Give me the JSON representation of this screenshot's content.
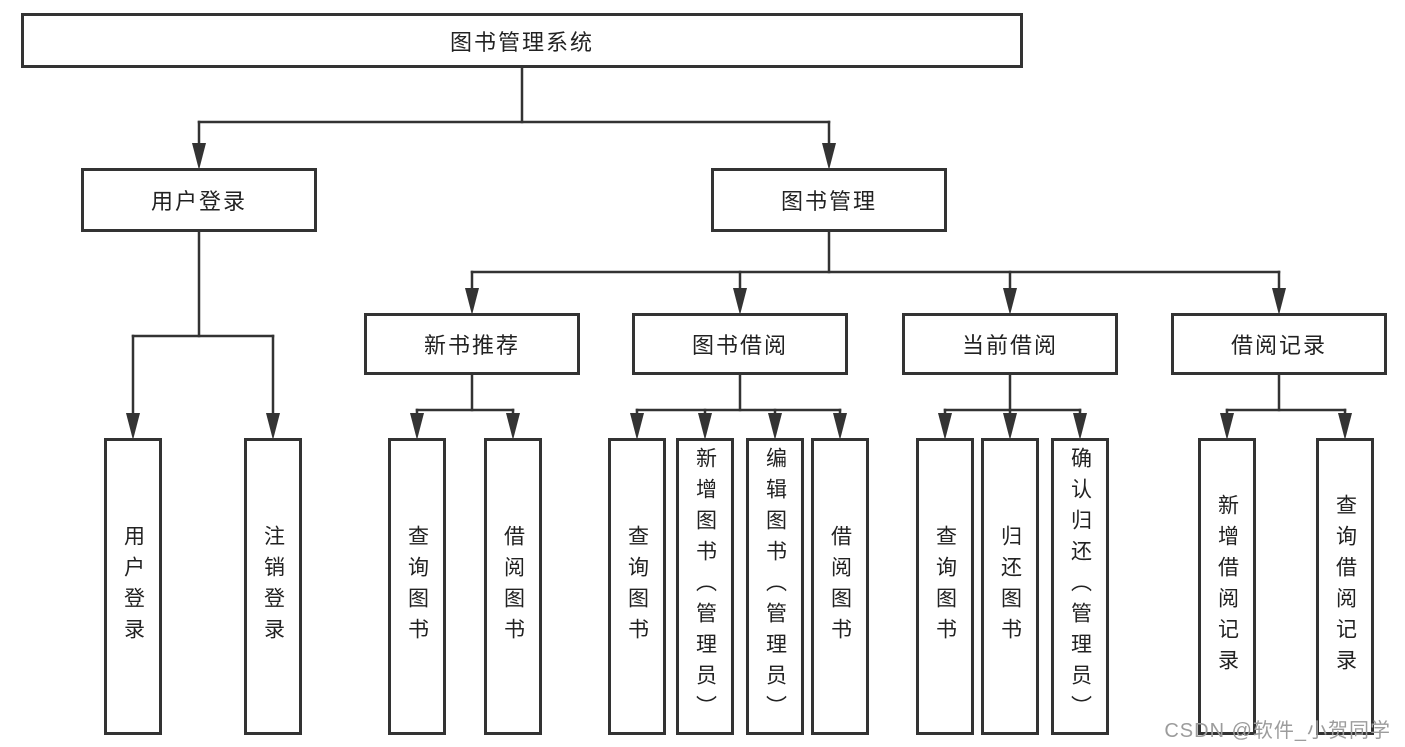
{
  "diagram": {
    "title": "图书管理系统",
    "nodes": [
      {
        "id": "root",
        "label": "图书管理系统",
        "level": 1,
        "parent": null
      },
      {
        "id": "user-login",
        "label": "用户登录",
        "level": 2,
        "parent": "root"
      },
      {
        "id": "book-mgmt",
        "label": "图书管理",
        "level": 2,
        "parent": "root"
      },
      {
        "id": "new-book-rec",
        "label": "新书推荐",
        "level": 3,
        "parent": "book-mgmt"
      },
      {
        "id": "book-borrow",
        "label": "图书借阅",
        "level": 3,
        "parent": "book-mgmt"
      },
      {
        "id": "current-borrow",
        "label": "当前借阅",
        "level": 3,
        "parent": "book-mgmt"
      },
      {
        "id": "borrow-records",
        "label": "借阅记录",
        "level": 3,
        "parent": "book-mgmt"
      },
      {
        "id": "leaf-user-login",
        "label": "用户登录",
        "level": 4,
        "parent": "user-login"
      },
      {
        "id": "leaf-logout",
        "label": "注销登录",
        "level": 4,
        "parent": "user-login"
      },
      {
        "id": "leaf-nb-query",
        "label": "查询图书",
        "level": 4,
        "parent": "new-book-rec"
      },
      {
        "id": "leaf-nb-borrow",
        "label": "借阅图书",
        "level": 4,
        "parent": "new-book-rec"
      },
      {
        "id": "leaf-bb-query",
        "label": "查询图书",
        "level": 4,
        "parent": "book-borrow"
      },
      {
        "id": "leaf-bb-add",
        "label": "新增图书（管理员）",
        "level": 4,
        "parent": "book-borrow"
      },
      {
        "id": "leaf-bb-edit",
        "label": "编辑图书（管理员）",
        "level": 4,
        "parent": "book-borrow"
      },
      {
        "id": "leaf-bb-borrow",
        "label": "借阅图书",
        "level": 4,
        "parent": "book-borrow"
      },
      {
        "id": "leaf-cb-query",
        "label": "查询图书",
        "level": 4,
        "parent": "current-borrow"
      },
      {
        "id": "leaf-cb-return",
        "label": "归还图书",
        "level": 4,
        "parent": "current-borrow"
      },
      {
        "id": "leaf-cb-confirm",
        "label": "确认归还（管理员）",
        "level": 4,
        "parent": "current-borrow"
      },
      {
        "id": "leaf-br-add",
        "label": "新增借阅记录",
        "level": 4,
        "parent": "borrow-records"
      },
      {
        "id": "leaf-br-query",
        "label": "查询借阅记录",
        "level": 4,
        "parent": "borrow-records"
      }
    ]
  },
  "watermark": {
    "text": "CSDN @软件_小贺同学"
  },
  "colors": {
    "line": "#333333",
    "border": "#333333",
    "text": "#222222",
    "watermark": "#9c9c9c",
    "background": "#ffffff"
  }
}
